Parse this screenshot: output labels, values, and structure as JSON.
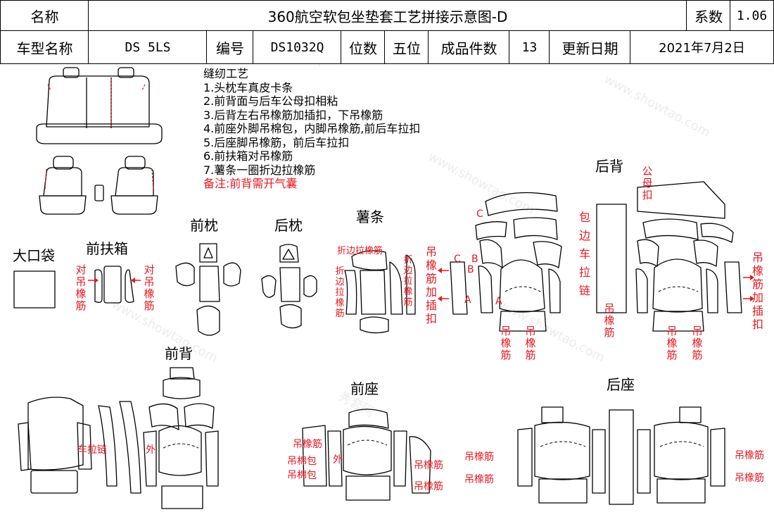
{
  "header": {
    "name_label": "名称",
    "title": "360航空软包坐垫套工艺拼接示意图-D",
    "coefficient_label": "系数",
    "coefficient_value": "1.06",
    "model_label": "车型名称",
    "model_value": "DS 5LS",
    "code_label": "编号",
    "code_value": "DS1032Q",
    "seats_label": "位数",
    "seats_value": "五位",
    "pieces_label": "成品件数",
    "pieces_value": "13",
    "update_label": "更新日期",
    "update_value": "2021年7月2日"
  },
  "sewing": {
    "heading": "缝纫工艺",
    "steps": [
      "1.头枕车真皮卡条",
      "2.前背面与后车公母扣相粘",
      "3.后背左右吊橡筋加插扣，下吊橡筋",
      "4.前座外脚吊棉包，内脚吊橡筋,前后车拉扣",
      "5.后座脚吊橡筋，前后车拉扣",
      "6.前扶箱对吊橡筋",
      "7.薯条一圈折边拉橡筋"
    ],
    "note": "备注:前背需开气囊"
  },
  "sections": {
    "pocket": "大口袋",
    "armrest": "前扶箱",
    "front_headrest": "前枕",
    "rear_headrest": "后枕",
    "chips": "薯条",
    "rear_back": "后背",
    "front_back": "前背",
    "front_seat": "前座",
    "rear_seat": "后座"
  },
  "annotations": {
    "armrest_left": "对吊橡筋",
    "armrest_right": "对吊橡筋",
    "chips_top": "折边拉橡筋",
    "chips_left": "折边拉橡筋",
    "chips_right": "折边拉橡筋",
    "rear_back_left": "吊橡筋加插扣",
    "rear_back_right": "吊橡筋加插扣",
    "rear_back_female": "公母扣",
    "rear_back_zip": "包边车拉链",
    "rear_back_bottom1": "吊橡筋",
    "rear_back_bottom2": "吊橡筋",
    "rear_back_bottom3": "吊橡筋",
    "rear_back_bottom4": "吊橡筋",
    "rear_back_bottom5": "吊橡筋",
    "front_back_zip": "车拉链",
    "front_back_outer": "外",
    "front_seat_rubber": "吊橡筋",
    "front_seat_cotton1": "吊棉包",
    "front_seat_cotton2": "吊棉包",
    "front_seat_outer": "外",
    "front_seat_right1": "吊橡筋",
    "front_seat_right2": "吊橡筋",
    "rear_seat_left1": "吊橡筋",
    "rear_seat_left2": "吊橡筋",
    "rear_seat_right1": "吊橡筋",
    "rear_seat_right2": "吊橡筋",
    "mark_a1": "A",
    "mark_a2": "A",
    "mark_b1": "B",
    "mark_b2": "B",
    "mark_c1": "C",
    "mark_c2": "C"
  },
  "watermark": {
    "site": "www.showtao.com",
    "brand": "秀套网"
  },
  "colors": {
    "annotation": "#e5171f",
    "marker": "#19c319",
    "line": "#000000"
  }
}
